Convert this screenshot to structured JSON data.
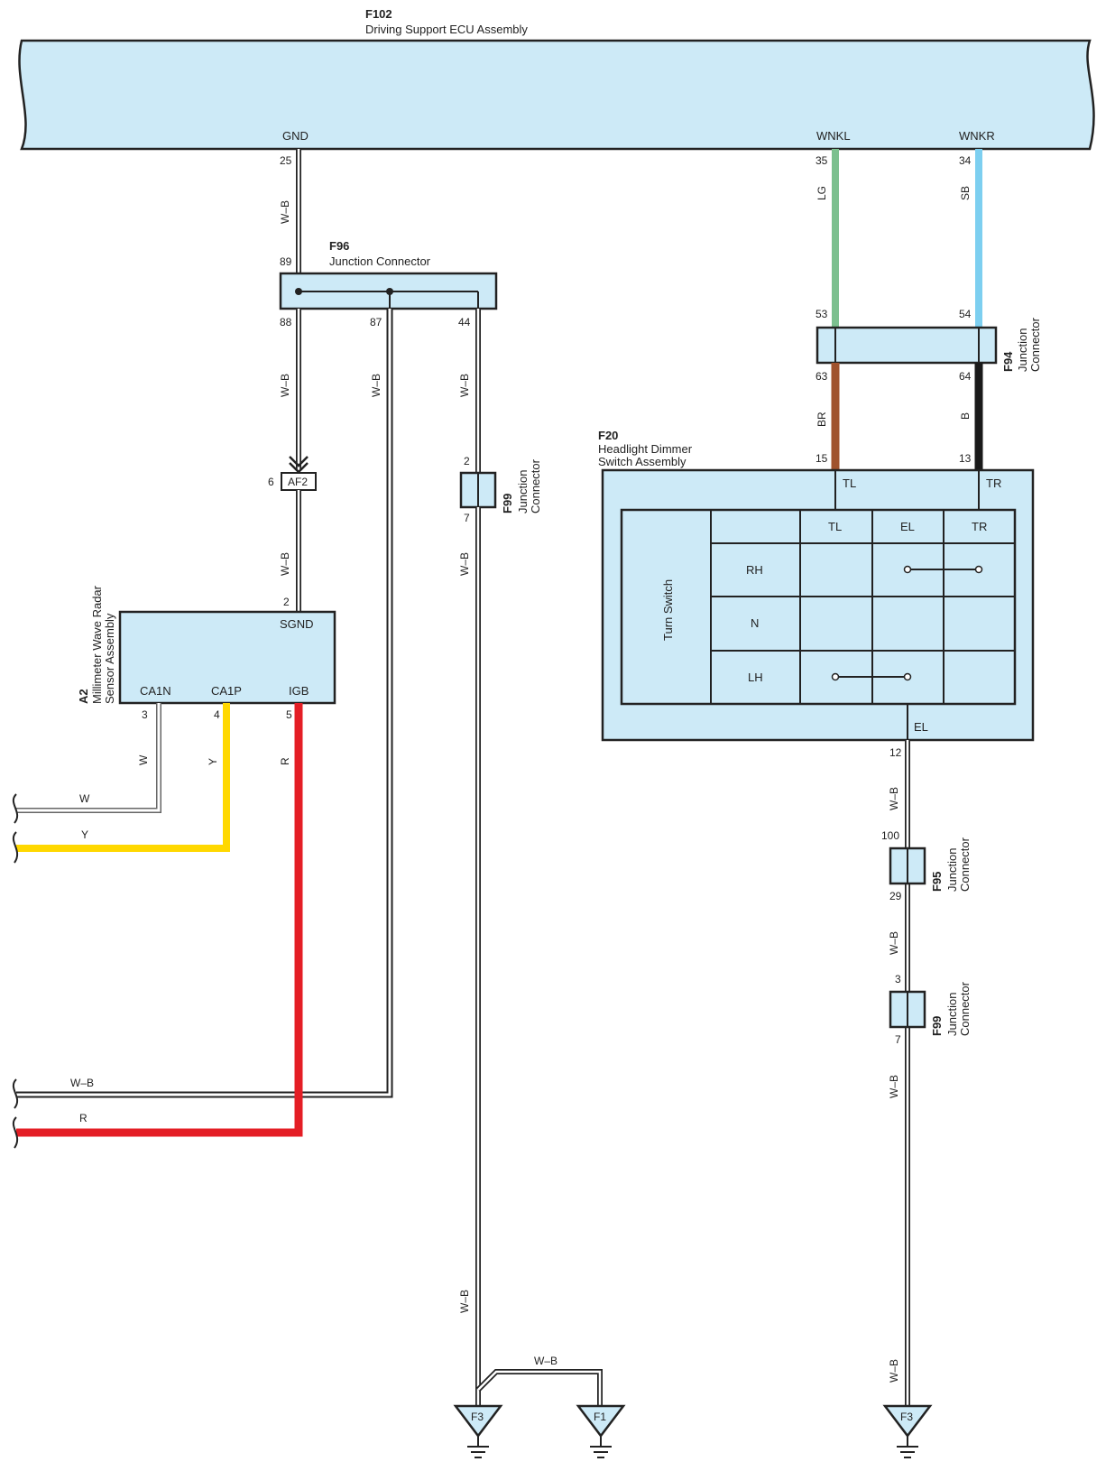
{
  "components": {
    "f102": {
      "code": "F102",
      "name": "Driving Support ECU Assembly",
      "pins": {
        "gnd": "GND",
        "wnkl": "WNKL",
        "wnkr": "WNKR"
      }
    },
    "f96": {
      "code": "F96",
      "name": "Junction Connector"
    },
    "f94": {
      "code": "F94",
      "name1": "Junction",
      "name2": "Connector"
    },
    "f99a": {
      "code": "F99",
      "name1": "Junction",
      "name2": "Connector"
    },
    "f99b": {
      "code": "F99",
      "name1": "Junction",
      "name2": "Connector"
    },
    "f95": {
      "code": "F95",
      "name1": "Junction",
      "name2": "Connector"
    },
    "f20": {
      "code": "F20",
      "name1": "Headlight Dimmer",
      "name2": "Switch Assembly",
      "pins": {
        "tl": "TL",
        "tr": "TR",
        "el": "EL"
      }
    },
    "a2": {
      "code": "A2",
      "name1": "Millimeter Wave Radar",
      "name2": "Sensor Assembly",
      "pins": {
        "sgnd": "SGND",
        "ca1n": "CA1N",
        "ca1p": "CA1P",
        "igb": "IGB"
      }
    },
    "af2": {
      "code": "AF2",
      "pin": "6"
    }
  },
  "pins": {
    "p25": "25",
    "p89": "89",
    "p88": "88",
    "p87": "87",
    "p44": "44",
    "p35": "35",
    "p34": "34",
    "p53": "53",
    "p54": "54",
    "p63": "63",
    "p64": "64",
    "p15": "15",
    "p13": "13",
    "p2a": "2",
    "p7a": "7",
    "p2b": "2",
    "p3a": "3",
    "p4a": "4",
    "p5a": "5",
    "p12": "12",
    "p100": "100",
    "p29": "29",
    "p3b": "3",
    "p7b": "7"
  },
  "wires": {
    "wb": "W–B",
    "lg": "LG",
    "sb": "SB",
    "br": "BR",
    "b": "B",
    "w": "W",
    "y": "Y",
    "r": "R"
  },
  "turn_switch": {
    "title": "Turn Switch",
    "columns": [
      "TL",
      "EL",
      "TR"
    ],
    "rows": [
      "RH",
      "N",
      "LH"
    ]
  },
  "grounds": {
    "g1": "F3",
    "g2": "F1",
    "g3": "F3"
  },
  "colors": {
    "ecu_fill": "#cdeaf7",
    "lg": "#7cc08f",
    "sb": "#7dcff0",
    "br": "#a0522d",
    "b": "#1a1a1a",
    "y": "#ffd800",
    "r": "#e41e25",
    "w": "#ffffff"
  }
}
